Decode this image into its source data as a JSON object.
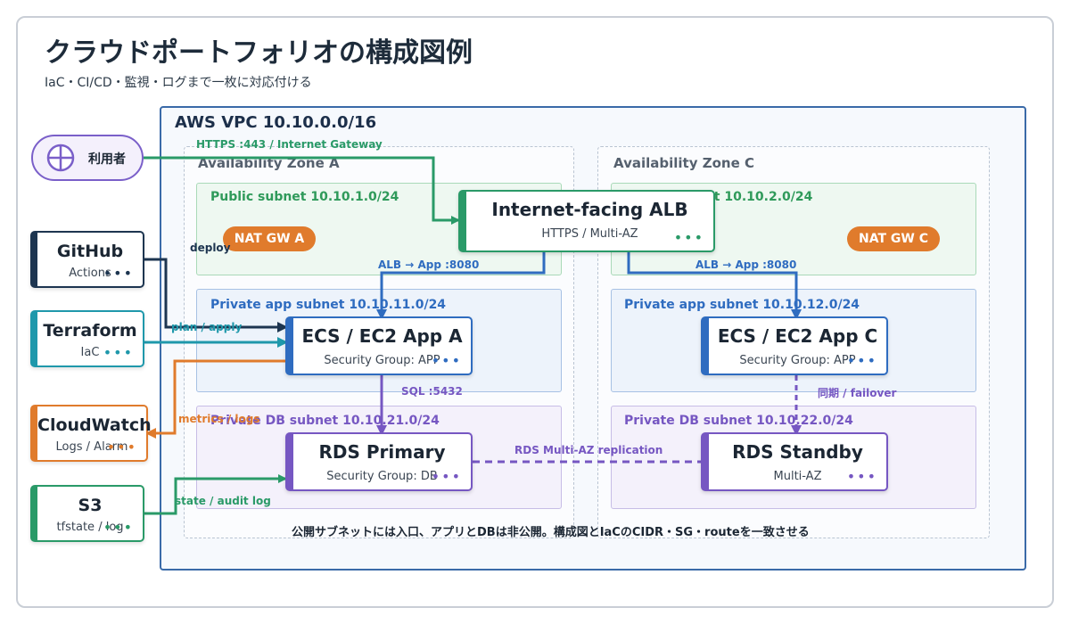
{
  "title": "クラウドポートフォリオの構成図例",
  "subtitle": "IaC・CI/CD・監視・ログまで一枚に対応付ける",
  "vpc": {
    "label": "AWS VPC 10.10.0.0/16"
  },
  "zones": {
    "a": "Availability Zone A",
    "c": "Availability Zone C"
  },
  "subnets": {
    "pub_a": "Public subnet 10.10.1.0/24",
    "pub_c": "Public subnet 10.10.2.0/24",
    "app_a": "Private app subnet 10.10.11.0/24",
    "app_c": "Private app subnet 10.10.12.0/24",
    "db_a": "Private DB subnet 10.10.21.0/24",
    "db_c": "Private DB subnet 10.10.22.0/24"
  },
  "nodes": {
    "alb": {
      "name": "Internet-facing ALB",
      "sub": "HTTPS / Multi-AZ"
    },
    "app_a": {
      "name": "ECS / EC2 App A",
      "sub": "Security Group: APP"
    },
    "app_c": {
      "name": "ECS / EC2 App C",
      "sub": "Security Group: APP"
    },
    "rds_primary": {
      "name": "RDS Primary",
      "sub": "Security Group: DB"
    },
    "rds_standby": {
      "name": "RDS Standby",
      "sub": "Multi-AZ"
    },
    "nat_a": "NAT GW A",
    "nat_c": "NAT GW C"
  },
  "external": {
    "user": "利用者",
    "github": {
      "name": "GitHub",
      "sub": "Actions"
    },
    "terraform": {
      "name": "Terraform",
      "sub": "IaC"
    },
    "cloudwatch": {
      "name": "CloudWatch",
      "sub": "Logs / Alarm"
    },
    "s3": {
      "name": "S3",
      "sub": "tfstate / log"
    }
  },
  "edges": {
    "https": "HTTPS :443 / Internet Gateway",
    "deploy": "deploy",
    "plan_apply": "plan / apply",
    "metrics_logs": "metrics / logs",
    "state_audit": "state / audit log",
    "alb_app_a": "ALB → App :8080",
    "alb_app_c": "ALB → App :8080",
    "sql": "SQL :5432",
    "sync_failover": "同期 / failover",
    "replication": "RDS Multi-AZ replication"
  },
  "note": "公開サブネットには入口、アプリとDBは非公開。構成図とIaCのCIDR・SG・routeを一致させる",
  "colors": {
    "green": "#2a9a68",
    "blue": "#2f6cc0",
    "purple": "#7657c2",
    "orange": "#e07b2c",
    "teal": "#1f98ab",
    "navy": "#1d3550"
  }
}
